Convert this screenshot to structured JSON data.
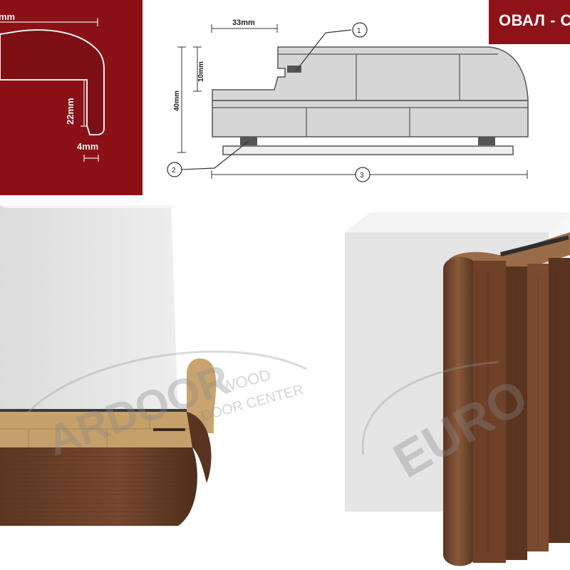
{
  "title_badge": "ОВАЛ - С",
  "profile_panel": {
    "dim_top": "mm",
    "dim_height": "22mm",
    "dim_width": "4mm"
  },
  "cross_section": {
    "dim_width": "33mm",
    "dim_groove": "10mm",
    "dim_height": "40mm",
    "callouts": [
      "1",
      "2",
      "3"
    ]
  },
  "watermarks": {
    "left_brand": "ARDOOR",
    "left_tag_line1": "WOOD",
    "left_tag_line2": "DOOR CENTER",
    "right_brand": "EURO"
  },
  "colors": {
    "panel_red": "#8b1116",
    "badge_red": "#8e1217",
    "wood_dark": "#6b4129",
    "wood_light": "#c9a46e",
    "section_fill": "#d6d6d6"
  }
}
